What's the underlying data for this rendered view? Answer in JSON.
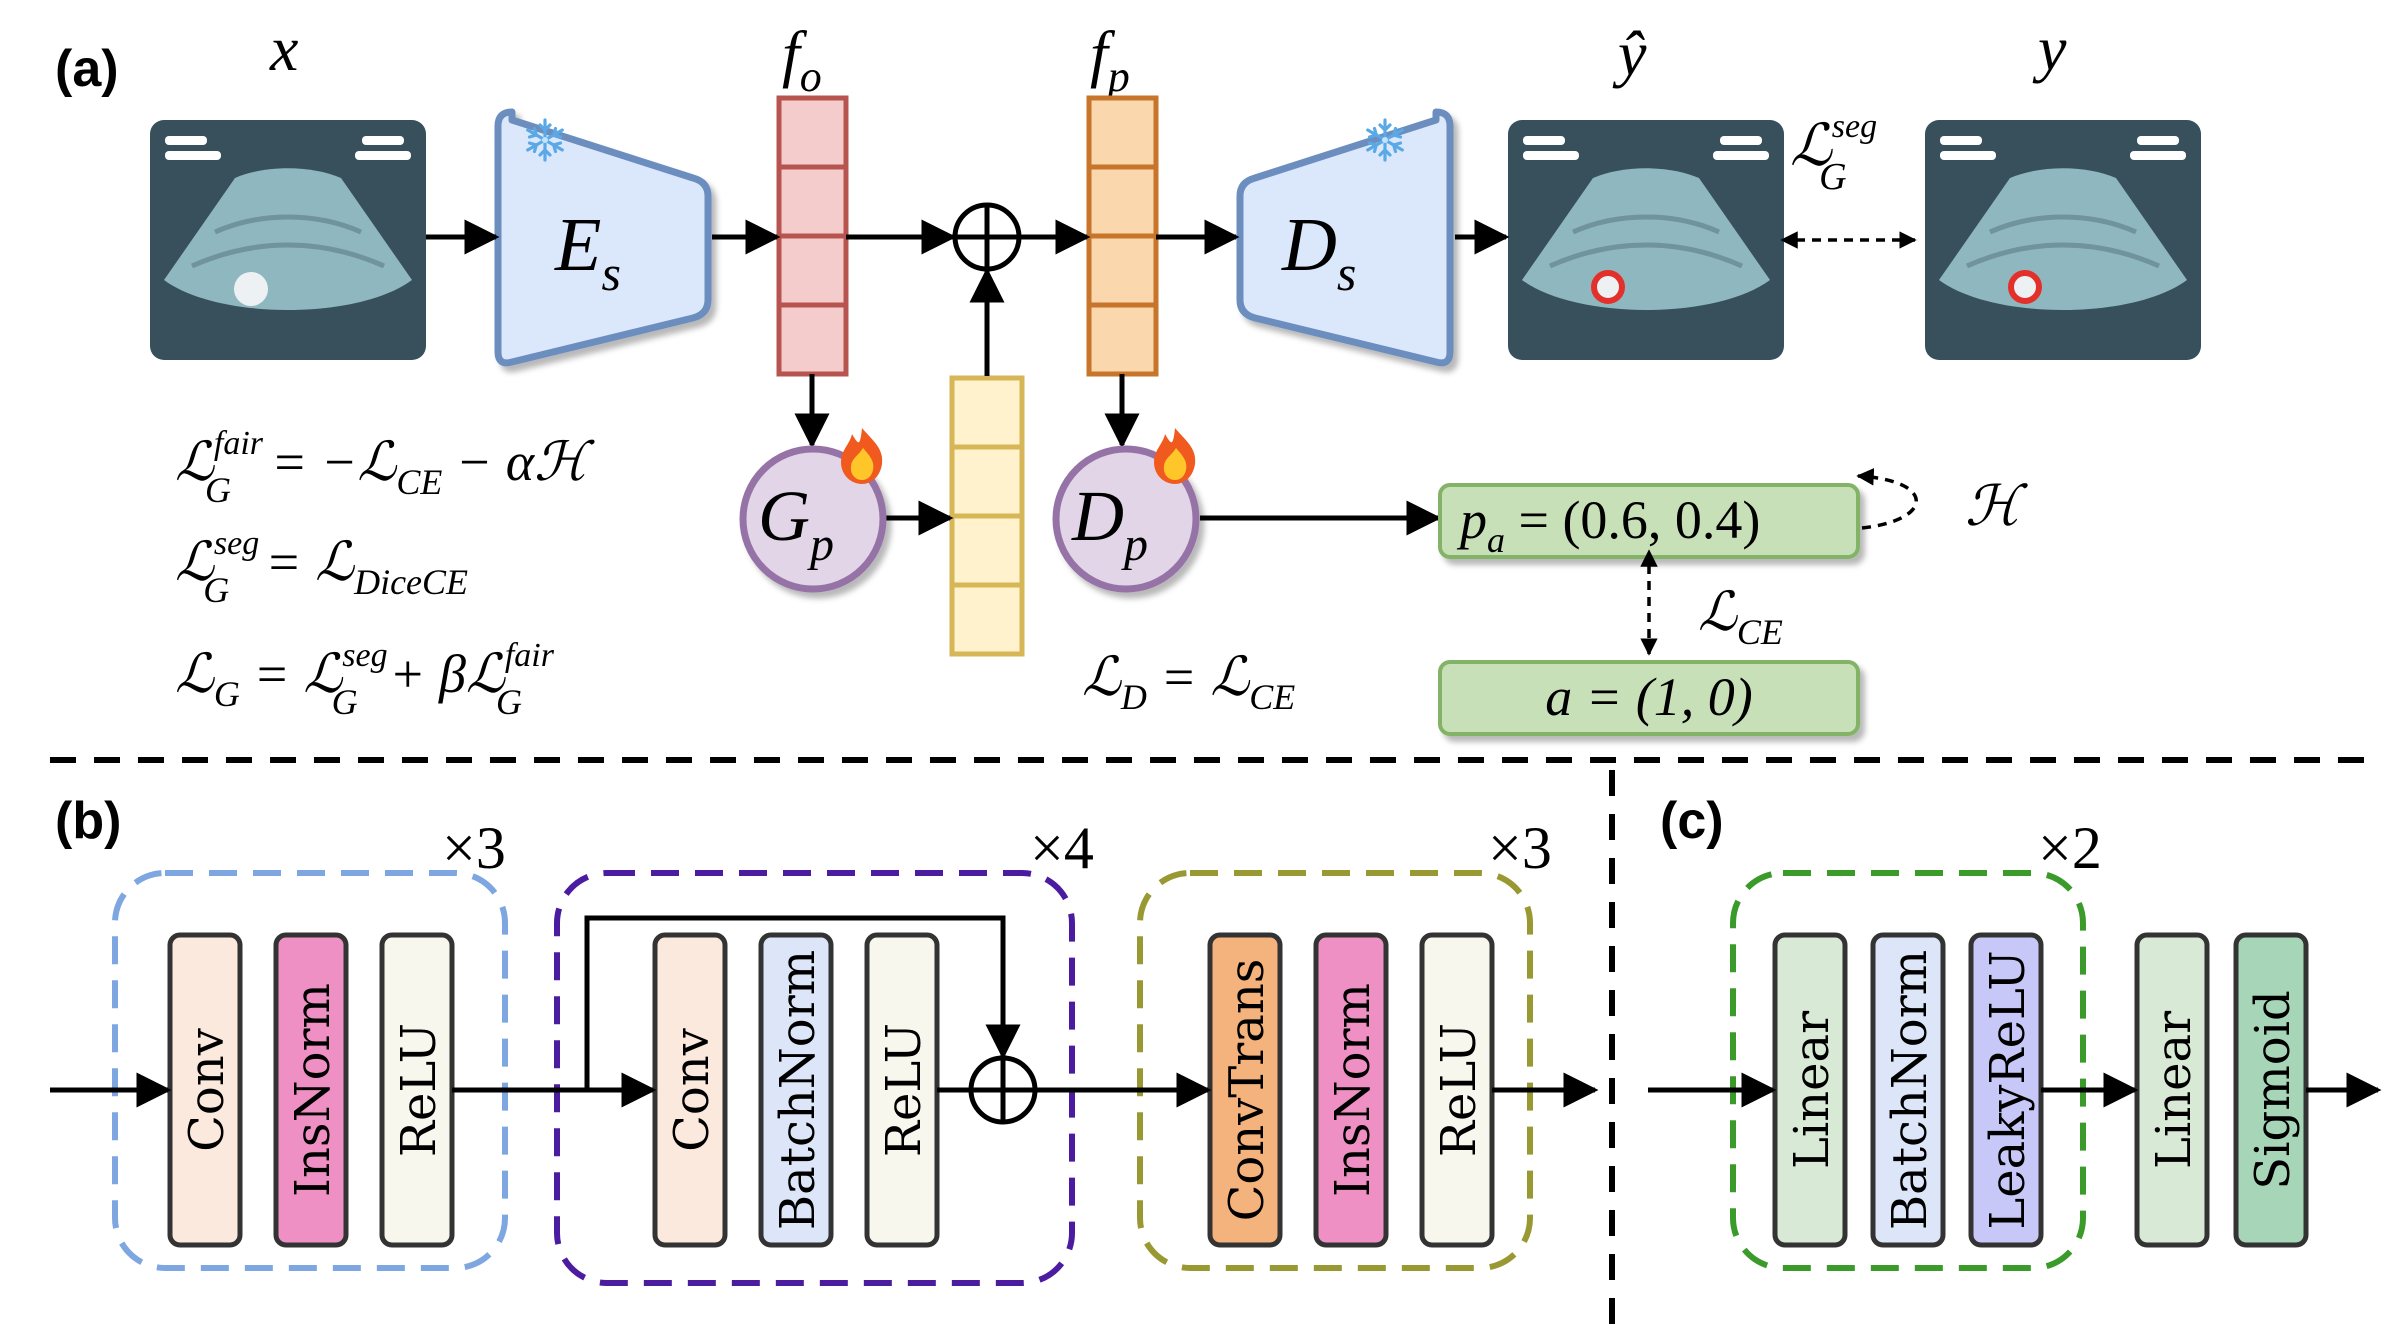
{
  "panels": {
    "a": "(a)",
    "b": "(b)",
    "c": "(c)"
  },
  "variables": {
    "x": "x",
    "f_o_main": "f",
    "f_o_sub": "o",
    "f_p_main": "f",
    "f_p_sub": "p",
    "y_hat": "ŷ",
    "y": "y"
  },
  "nodes": {
    "Es_main": "E",
    "Es_sub": "s",
    "Ds_main": "D",
    "Ds_sub": "s",
    "Gp_main": "G",
    "Gp_sub": "p",
    "Dp_main": "D",
    "Dp_sub": "p"
  },
  "icons": {
    "frozen": "snowflake-icon",
    "trainable": "fire-icon",
    "sum": "circled-plus-icon"
  },
  "loss_seg_label": {
    "L": "ℒ",
    "sup": "seg",
    "sub": "G"
  },
  "equations": {
    "fair": {
      "L": "ℒ",
      "sup": "fair",
      "sub": "G",
      "rhs": "= −ℒ",
      "rhs_sub": "CE",
      "rhs_tail": " − αℋ"
    },
    "seg": {
      "L": "ℒ",
      "sup": "seg",
      "sub": "G",
      "rhs": "= ℒ",
      "rhs_sub": "DiceCE"
    },
    "total": {
      "L": "ℒ",
      "sub": "G",
      "eq": " = ℒ",
      "sup1": "seg",
      "sub1": "G",
      "mid": " + βℒ",
      "sup2": "fair",
      "sub2": "G"
    },
    "disc": {
      "L": "ℒ",
      "sub": "D",
      "rhs": " = ℒ",
      "rhs_sub": "CE"
    }
  },
  "boxes": {
    "pa_left": "p",
    "pa_sub": "a",
    "pa_right": " = (0.6, 0.4)",
    "a": "a = (1, 0)"
  },
  "side_labels": {
    "H": "ℋ",
    "LCE_L": "ℒ",
    "LCE_sub": "CE"
  },
  "blocks": {
    "b1": {
      "repeat": "×3",
      "layers": [
        "Conv",
        "InsNorm",
        "ReLU"
      ]
    },
    "b2": {
      "repeat": "×4",
      "layers": [
        "Conv",
        "BatchNorm",
        "ReLU"
      ]
    },
    "b3": {
      "repeat": "×3",
      "layers": [
        "ConvTrans",
        "InsNorm",
        "ReLU"
      ]
    },
    "c1": {
      "repeat": "×2",
      "layers": [
        "Linear",
        "BatchNorm",
        "LeakyReLU"
      ]
    },
    "c_tail": [
      "Linear",
      "Sigmoid"
    ]
  },
  "colors": {
    "encoder_fill": "#dbe8fb",
    "encoder_stroke": "#6c8ebf",
    "fo_fill": "#f4cccc",
    "fo_stroke": "#b85450",
    "fp_fill": "#fad7ac",
    "fp_stroke": "#c7752a",
    "gp_vec_fill": "#fff2cc",
    "gp_vec_stroke": "#d6b656",
    "disc_fill": "#e1d5e7",
    "disc_stroke": "#9673a6",
    "green_box_fill": "#c8e0b8",
    "green_box_stroke": "#82b366",
    "screen_bg": "#37505c",
    "fan": "#8fb7c0",
    "b1_border": "#7ea6e0",
    "b2_border": "#4c1ca0",
    "b3_border": "#999933",
    "c1_border": "#3a9a2a",
    "conv": "#fae9dc",
    "insnorm": "#ee90c4",
    "relu": "#f7f7ee",
    "batchnorm": "#dde6f8",
    "convtrans": "#f4b27c",
    "linear": "#d8ead5",
    "leakyrelu": "#c8c8f8",
    "sigmoid": "#a6d5b8"
  }
}
